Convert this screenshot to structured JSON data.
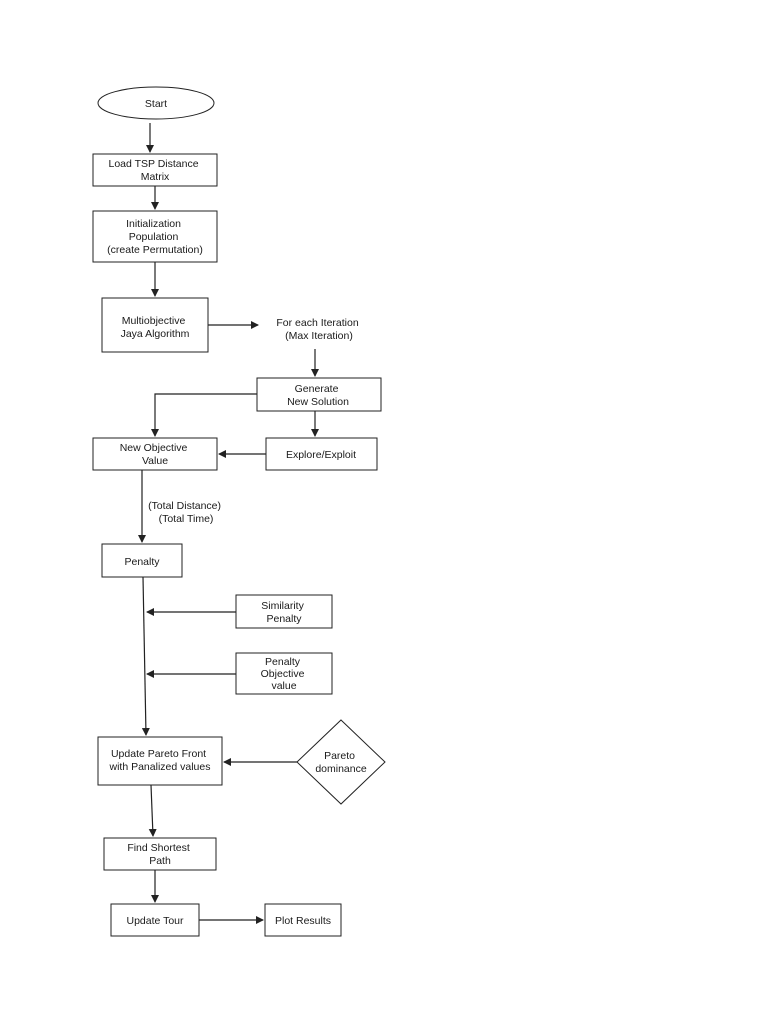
{
  "nodes": {
    "start": [
      "Start"
    ],
    "load_tsp": [
      "Load TSP Distance",
      "Matrix"
    ],
    "init_pop": [
      "Initialization",
      "Population",
      "(create Permutation)"
    ],
    "jaya": [
      "Multiobjective",
      "Jaya Algorithm"
    ],
    "iteration": [
      "For  each Iteration",
      "(Max Iteration)"
    ],
    "generate": [
      "Generate",
      "New Solution"
    ],
    "new_objective": [
      "New Objective",
      "Value"
    ],
    "explore": [
      "Explore/Exploit"
    ],
    "objectives_note": [
      "(Total Distance)",
      "(Total Time)"
    ],
    "penalty": [
      "Penalty"
    ],
    "similarity": [
      "Similarity",
      "Penalty"
    ],
    "penalty_obj": [
      "Penalty",
      "Objective",
      "value"
    ],
    "update_pareto": [
      "Update Pareto Front",
      "with Panalized values"
    ],
    "pareto_dominance": [
      "Pareto",
      "dominance"
    ],
    "find_shortest": [
      "Find Shortest",
      "Path"
    ],
    "update_tour": [
      "Update Tour"
    ],
    "plot_results": [
      "Plot Results"
    ]
  }
}
